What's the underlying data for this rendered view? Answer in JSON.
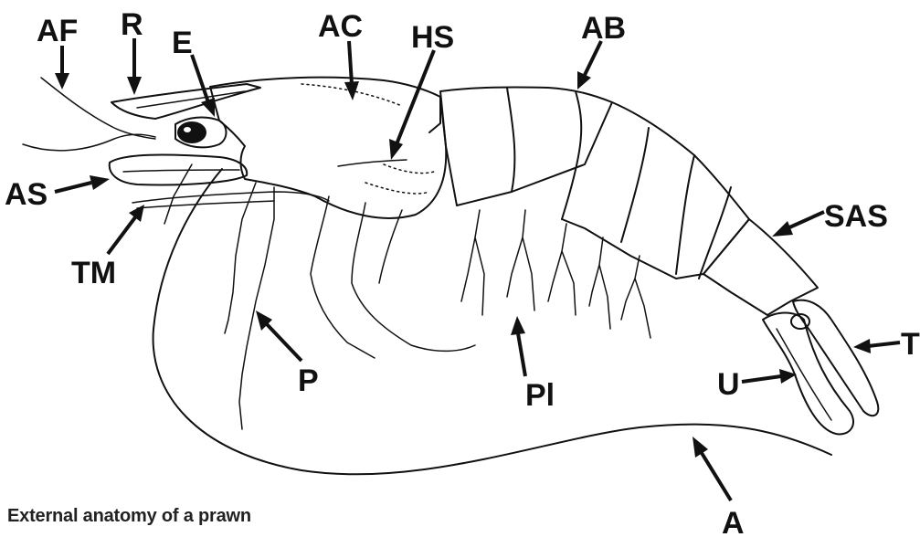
{
  "caption": "External anatomy of a prawn",
  "labels": {
    "af": "AF",
    "r": "R",
    "e": "E",
    "ac": "AC",
    "hs": "HS",
    "ab": "AB",
    "sas": "SAS",
    "as": "AS",
    "tm": "TM",
    "p": "P",
    "pl": "Pl",
    "u": "U",
    "t": "T",
    "a": "A"
  }
}
